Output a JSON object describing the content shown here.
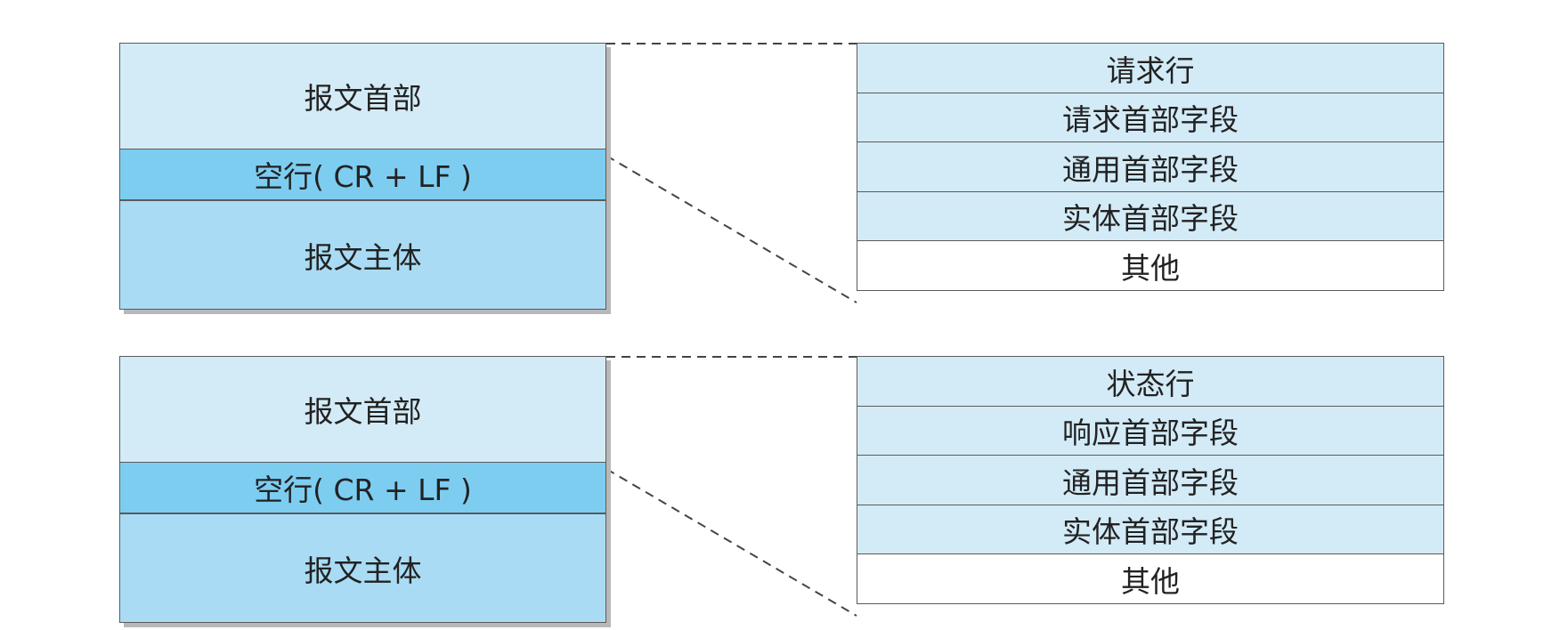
{
  "colors": {
    "header_fill": "#d3ebf7",
    "blank_line_fill": "#7dcdf1",
    "body_fill": "#a9dcf4",
    "other_fill": "#ffffff",
    "border": "#5a5a5a"
  },
  "request": {
    "message": {
      "header": "报文首部",
      "blank_line": "空行( CR + LF )",
      "body": "报文主体"
    },
    "fields": [
      "请求行",
      "请求首部字段",
      "通用首部字段",
      "实体首部字段",
      "其他"
    ]
  },
  "response": {
    "message": {
      "header": "报文首部",
      "blank_line": "空行( CR + LF )",
      "body": "报文主体"
    },
    "fields": [
      "状态行",
      "响应首部字段",
      "通用首部字段",
      "实体首部字段",
      "其他"
    ]
  }
}
